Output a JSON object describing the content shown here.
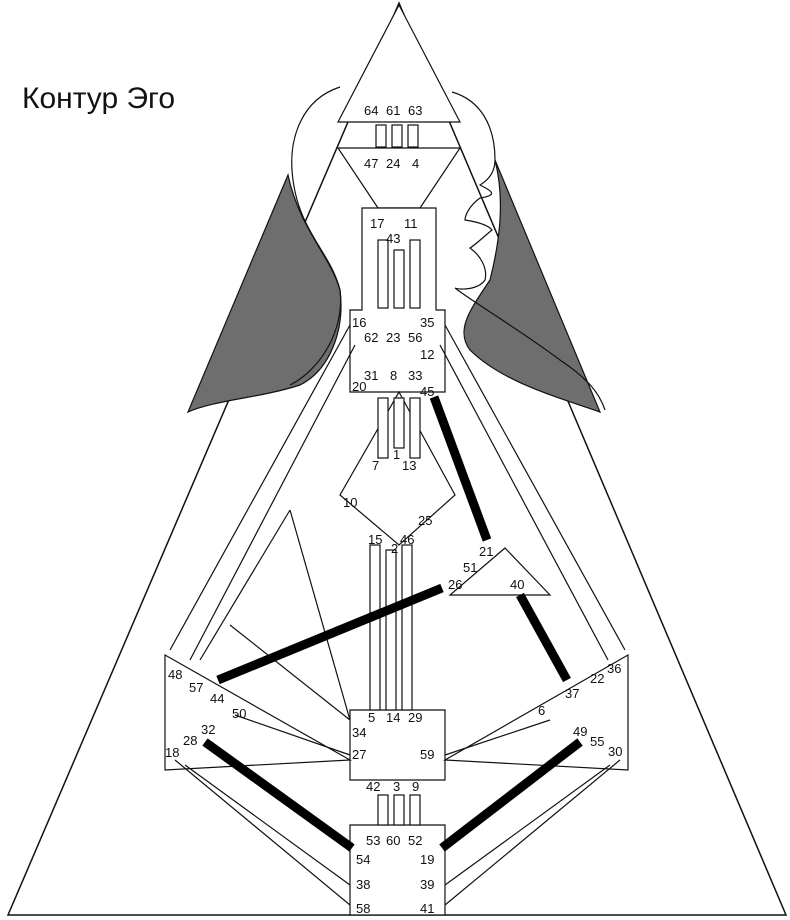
{
  "title": "Контур Эго",
  "colors": {
    "background": "#ffffff",
    "outline": "#111111",
    "hair": "#6e6e6e",
    "active_channel": "#000000"
  },
  "gates": {
    "g64": "64",
    "g61": "61",
    "g63": "63",
    "g47": "47",
    "g24": "24",
    "g4": "4",
    "g17": "17",
    "g43": "43",
    "g11": "11",
    "g16": "16",
    "g35": "35",
    "g62": "62",
    "g23": "23",
    "g56": "56",
    "g12": "12",
    "g20": "20",
    "g31": "31",
    "g8": "8",
    "g33": "33",
    "g45": "45",
    "g7": "7",
    "g1": "1",
    "g13": "13",
    "g10": "10",
    "g25": "25",
    "g15": "15",
    "g2": "2",
    "g46": "46",
    "g21": "21",
    "g51": "51",
    "g26": "26",
    "g40": "40",
    "g48": "48",
    "g57": "57",
    "g44": "44",
    "g50": "50",
    "g36": "36",
    "g22": "22",
    "g37": "37",
    "g6": "6",
    "g5": "5",
    "g14": "14",
    "g29": "29",
    "g34": "34",
    "g27": "27",
    "g59": "59",
    "g18": "18",
    "g28": "28",
    "g32": "32",
    "g49": "49",
    "g55": "55",
    "g30": "30",
    "g42": "42",
    "g3": "3",
    "g9": "9",
    "g53": "53",
    "g60": "60",
    "g52": "52",
    "g54": "54",
    "g19": "19",
    "g38": "38",
    "g39": "39",
    "g58": "58",
    "g41": "41"
  },
  "active_channels": [
    "45-21",
    "26-44",
    "40-37",
    "32-54",
    "49-19"
  ]
}
